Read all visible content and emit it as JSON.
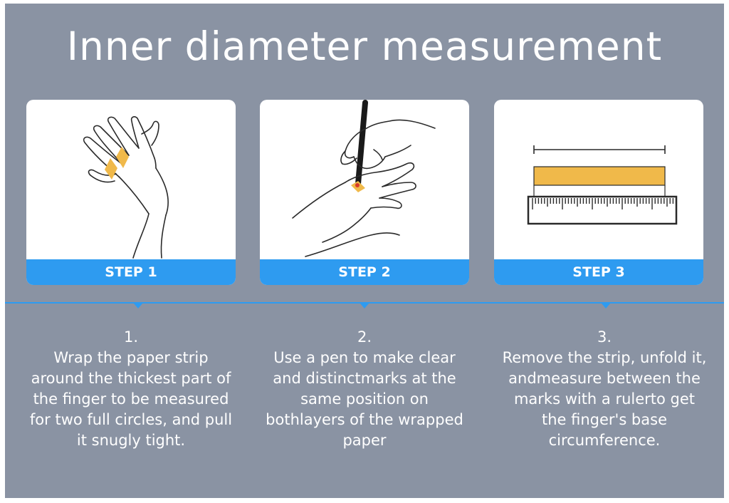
{
  "title": "Inner diameter measurement",
  "steps": [
    {
      "label": "STEP 1",
      "number": "1.",
      "text": "Wrap the paper strip around the thickest part of the finger to be measured for two full circles, and pull it snugly tight."
    },
    {
      "label": "STEP 2",
      "number": "2.",
      "text": "Use a pen to make clear and distinctmarks at the same position on bothlayers of the wrapped paper"
    },
    {
      "label": "STEP 3",
      "number": "3.",
      "text": "Remove the strip, unfold it, andmeasure between the marks with a rulerto get the finger's base circumference."
    }
  ],
  "colors": {
    "background": "#8a93a3",
    "accent": "#2e9bf0",
    "strip": "#f0b94a",
    "card": "#ffffff"
  }
}
